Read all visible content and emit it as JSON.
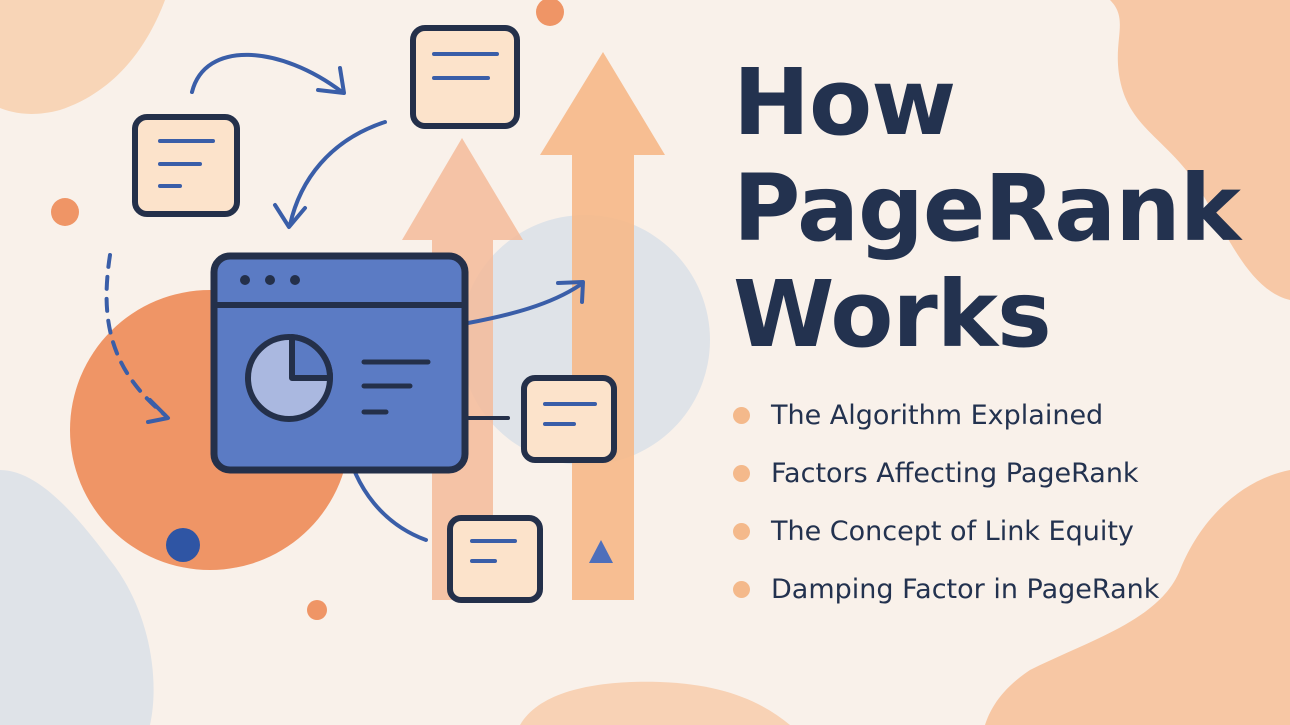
{
  "title": {
    "lines": [
      "How",
      "PageRank",
      "Works"
    ]
  },
  "bullets": [
    {
      "label": "The Algorithm Explained"
    },
    {
      "label": "Factors Affecting PageRank"
    },
    {
      "label": "The Concept of Link Equity"
    },
    {
      "label": "Damping Factor in PageRank"
    }
  ],
  "colors": {
    "background": "#f9f1ea",
    "title_text": "#23324f",
    "bullet_dot": "#f4b98b",
    "orange_accent": "#f0956a",
    "peach_arrow": "#f6b888",
    "blue_window": "#5b7bc4",
    "blue_stroke": "#3a5ea8",
    "card_fill": "#fce3cb",
    "outline": "#24304a",
    "soft_gray_blob": "#dfe3e8"
  },
  "illustration": {
    "icons": [
      "browser-window-icon",
      "pie-chart-icon",
      "document-card-icon",
      "up-arrow-icon",
      "link-arrow-icon",
      "triangle-icon"
    ]
  }
}
